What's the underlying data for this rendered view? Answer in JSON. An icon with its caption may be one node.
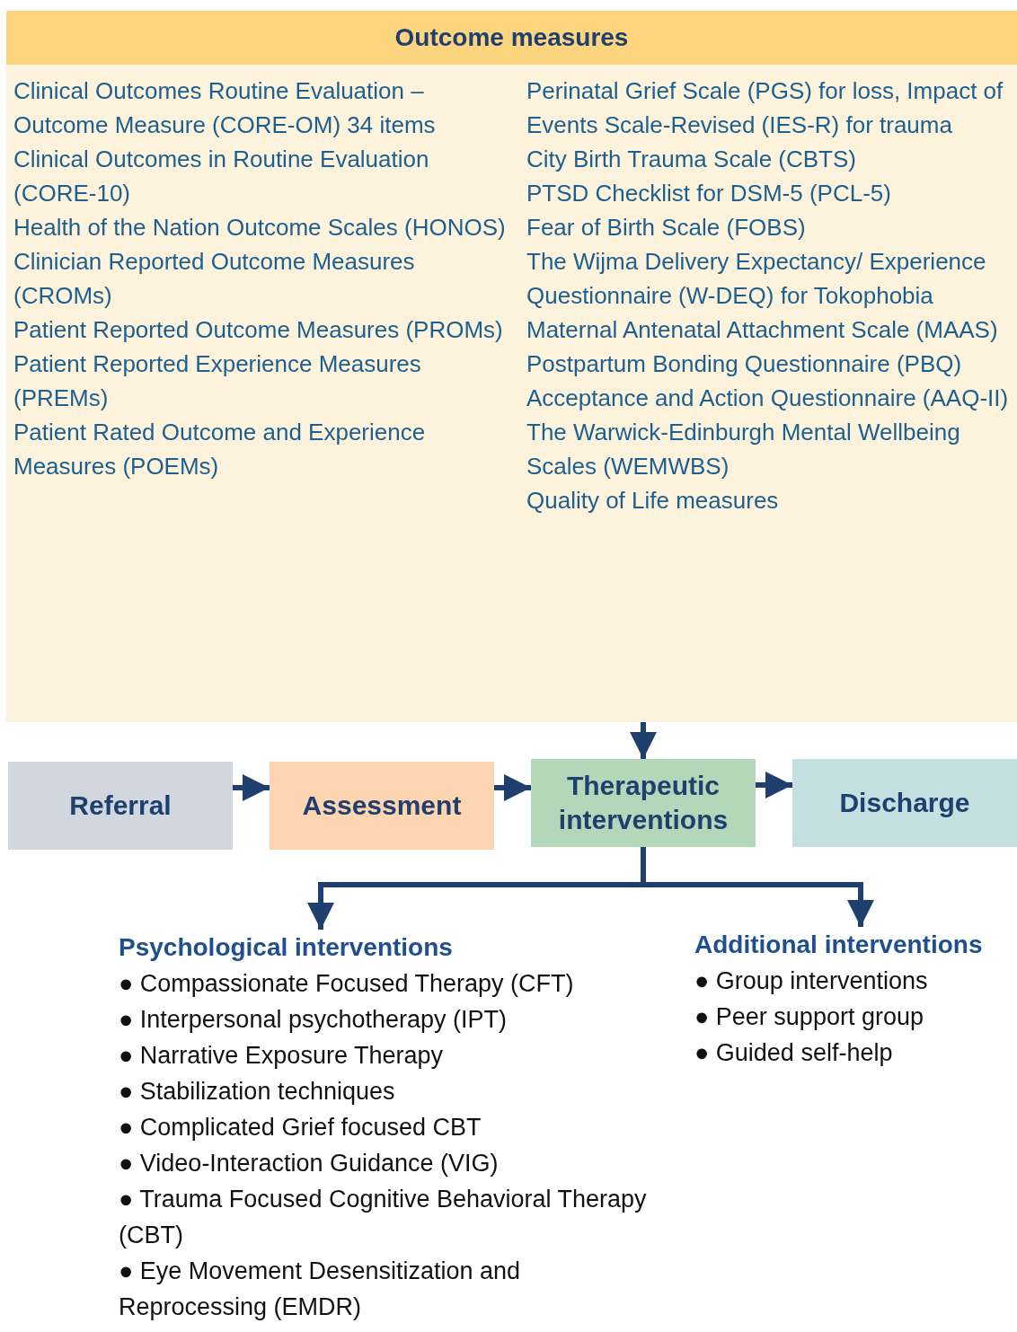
{
  "diagram": {
    "nodes": [
      {
        "text": [
          "Outcome measures",
          "Clinical Outcomes Routine Evaluation – Outcome Measure (CORE-OM) 34 items",
          "Clinical Outcomes in Routine Evaluation (CORE-10)",
          "Health of the Nation Outcome Scales (HONOS)",
          "Clinician Reported Outcome Measures (CROMs)",
          "Patient Reported Outcome Measures (PROMs)",
          "Patient Reported Experience Measures (PREMs)",
          "Patient Rated Outcome and Experience Measures (POEMs)",
          "Perinatal Grief Scale (PGS) for loss, Impact of Events Scale-Revised (IES-R) for trauma",
          "City Birth Trauma Scale (CBTS)",
          "PTSD Checklist for DSM-5 (PCL-5)",
          "Fear of Birth Scale (FOBS)",
          "The Wijma Delivery Expectancy/ Experience Questionnaire (W-DEQ) for Tokophobia",
          "Maternal Antenatal Attachment Scale (MAAS)",
          "Postpartum Bonding Questionnaire (PBQ)",
          "Acceptance and Action Questionnaire (AAQ-II)",
          "The Warwick-Edinburgh Mental Wellbeing Scales (WEMWBS)",
          "Quality of Life measures"
        ]
      },
      {
        "text": [
          "Referral"
        ]
      },
      {
        "text": [
          "Assessment"
        ]
      },
      {
        "text": [
          "Therapeutic interventions"
        ]
      },
      {
        "text": [
          "Discharge"
        ]
      },
      {
        "text": [
          "Psychological interventions",
          "● Compassionate Focused Therapy (CFT)",
          "● Interpersonal psychotherapy (IPT)",
          "● Narrative Exposure Therapy",
          "● Stabilization techniques",
          "● Complicated Grief focused CBT",
          "● Video-Interaction Guidance (VIG)",
          "● Trauma Focused Cognitive Behavioral Therapy (CBT)",
          "● Eye Movement Desensitization and Reprocessing (EMDR)"
        ]
      },
      {
        "text": [
          "Additional interventions",
          "● Group interventions",
          "● Peer support group",
          "● Guided self-help"
        ]
      }
    ],
    "edges": [
      {
        "from": 0,
        "to": 3,
        "arrow": "to"
      },
      {
        "from": 1,
        "to": 2,
        "arrow": "to"
      },
      {
        "from": 2,
        "to": 3,
        "arrow": "to"
      },
      {
        "from": 3,
        "to": 4,
        "arrow": "to"
      },
      {
        "from": 3,
        "to": 5,
        "arrow": "to"
      },
      {
        "from": 3,
        "to": 6,
        "arrow": "to"
      }
    ]
  }
}
